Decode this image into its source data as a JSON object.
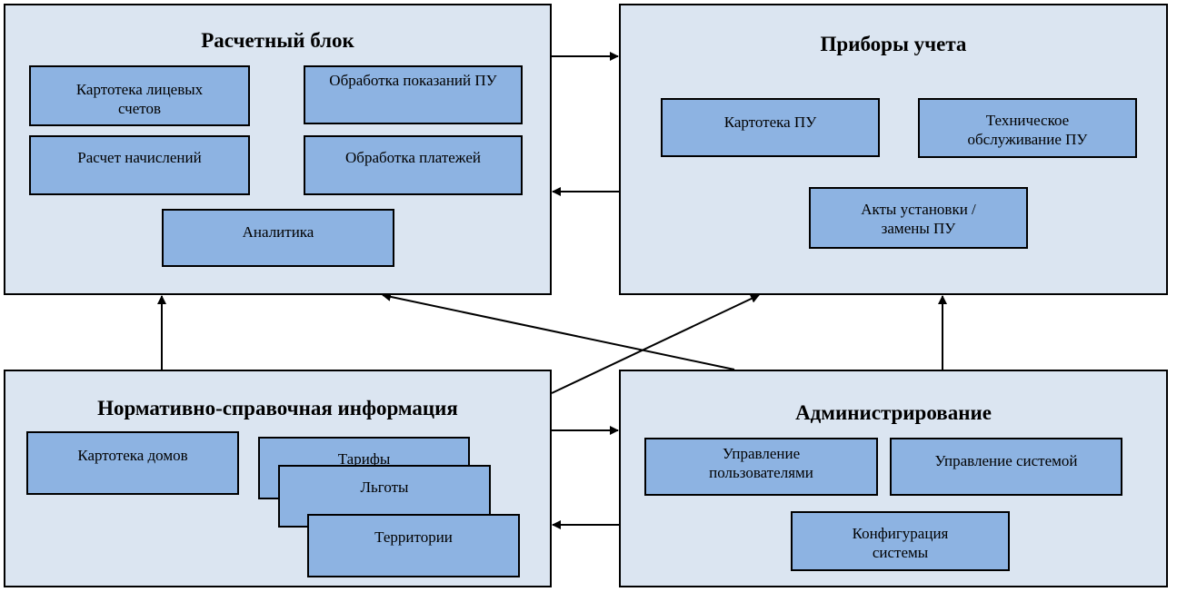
{
  "blocks": {
    "billing": {
      "title": "Расчетный блок",
      "items": {
        "accounts": "Картотека лицевых счетов",
        "readings": "Обработка показаний ПУ",
        "charges": "Расчет начислений",
        "payments": "Обработка платежей",
        "analytics": "Аналитика"
      }
    },
    "meters": {
      "title": "Приборы учета",
      "items": {
        "registry": "Картотека ПУ",
        "maintenance": "Техническое обслуживание ПУ",
        "acts": "Акты установки / замены ПУ"
      }
    },
    "reference": {
      "title": "Нормативно-справочная информация",
      "items": {
        "houses": "Картотека домов",
        "tariffs": "Тарифы",
        "benefits": "Льготы",
        "territories": "Территории"
      }
    },
    "admin": {
      "title": "Администрирование",
      "items": {
        "users": "Управление пользователями",
        "system": "Управление системой",
        "config": "Конфигурация системы"
      }
    }
  },
  "colors": {
    "panel_fill": "#dbe5f1",
    "box_fill": "#8db3e2",
    "stroke": "#000000"
  }
}
